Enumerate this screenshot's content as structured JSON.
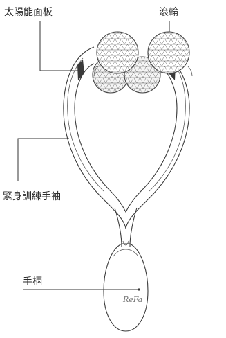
{
  "labels": {
    "solar_panel": "太陽能面板",
    "rollers": "滾輪",
    "handle_arm": "緊身訓練手袖",
    "grip": "手柄"
  },
  "brand_mark": "ReFa"
}
